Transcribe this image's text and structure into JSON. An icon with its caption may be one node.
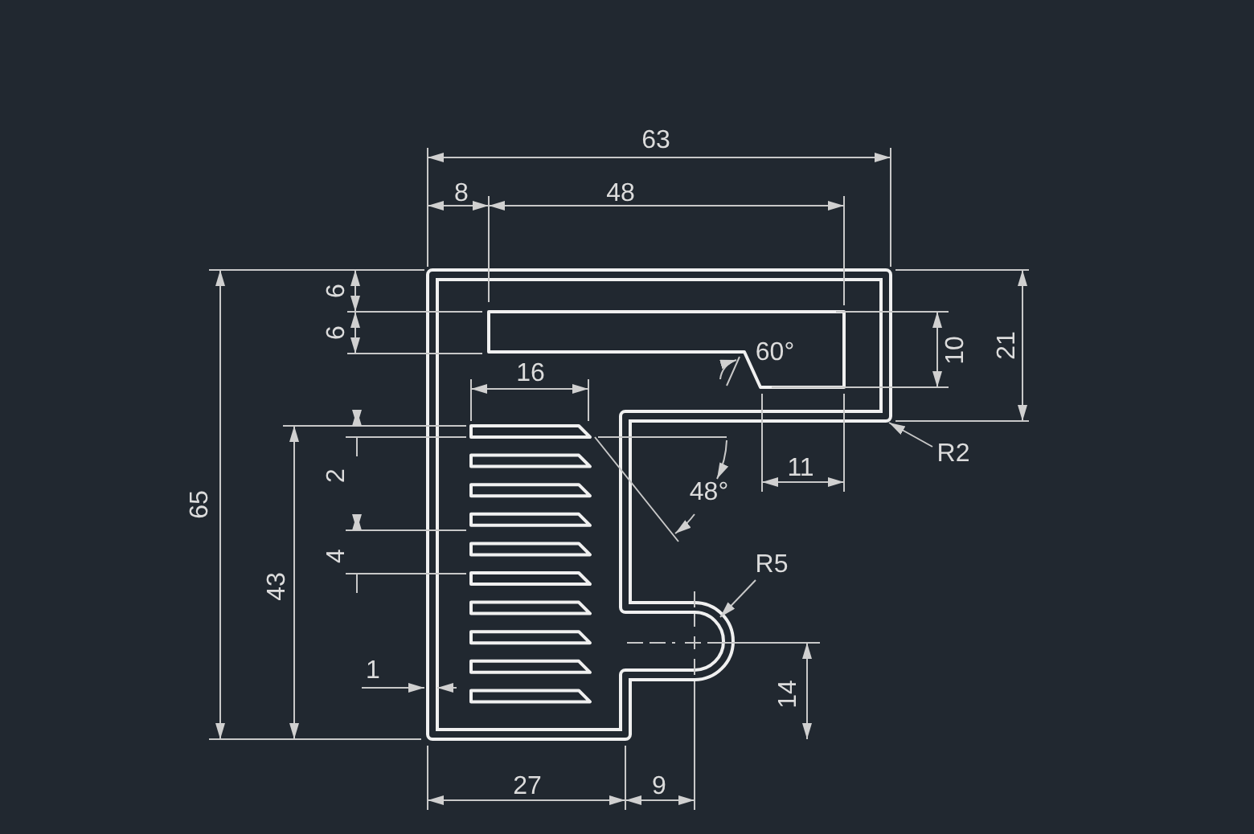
{
  "diagram": {
    "nodes": [
      {
        "text": [
          "R2"
        ]
      },
      {
        "text": [
          "R5"
        ]
      }
    ],
    "edges": [
      {
        "from": 0,
        "to": null,
        "arrow": "to"
      },
      {
        "from": 1,
        "to": null,
        "arrow": "to"
      }
    ],
    "labels": [
      "63",
      "8",
      "48",
      "6",
      "6",
      "60°",
      "10",
      "21",
      "16",
      "11",
      "2",
      "48°",
      "4",
      "65",
      "43",
      "1",
      "14",
      "27",
      "9"
    ]
  }
}
